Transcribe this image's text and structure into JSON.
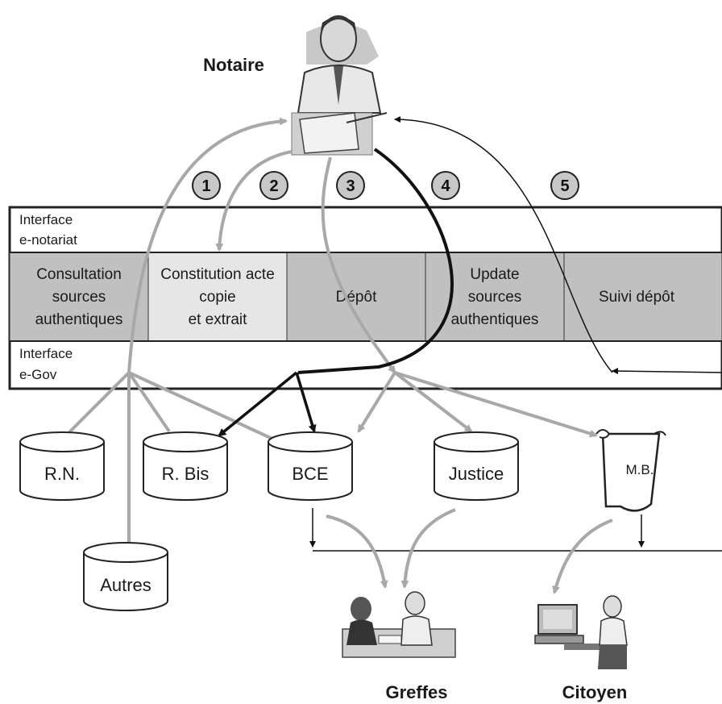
{
  "actors": {
    "notaire": "Notaire",
    "greffes": "Greffes",
    "citoyen": "Citoyen"
  },
  "steps": [
    "1",
    "2",
    "3",
    "4",
    "5"
  ],
  "interfaces": {
    "top": [
      "Interface",
      "e-notariat"
    ],
    "bottom": [
      "Interface",
      "e-Gov"
    ]
  },
  "services": [
    {
      "lines": [
        "Consultation",
        "sources",
        "authentiques"
      ]
    },
    {
      "lines": [
        "Constitution acte",
        "copie",
        "et extrait"
      ]
    },
    {
      "lines": [
        "Dépôt"
      ]
    },
    {
      "lines": [
        "Update",
        "sources",
        "authentiques"
      ]
    },
    {
      "lines": [
        "Suivi dépôt"
      ]
    }
  ],
  "databases": {
    "rn": "R.N.",
    "rbis": "R. Bis",
    "bce": "BCE",
    "justice": "Justice",
    "autres": "Autres",
    "mb": "M.B."
  },
  "colors": {
    "grey_arrow": "#a8a8a8",
    "dark_arrow": "#111111",
    "cell_dark": "#c0c0c0",
    "cell_light": "#e6e6e6",
    "circle_fill": "#c8c8c8"
  }
}
